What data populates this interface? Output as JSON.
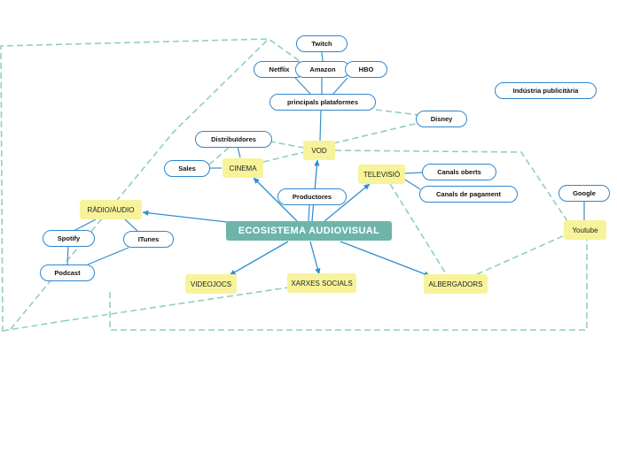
{
  "diagram": {
    "root": "ECOSISTEMA AUDIOVISUAL",
    "categories": {
      "vod": "VOD",
      "cinema": "CINEMA",
      "televisio": "TELEVISIÓ",
      "radio_audio": "RÀDIO/ÀUDIO",
      "videojocs": "VIDEOJOCS",
      "xarxes_socials": "XARXES SOCIALS",
      "albergadors": "ALBERGADORS",
      "youtube": "Youtube"
    },
    "items": {
      "twitch": "Twitch",
      "netflix": "Netflix",
      "amazon": "Amazon",
      "hbo": "HBO",
      "principals_plataformes": "principals plataformes",
      "disney": "Disney",
      "industria_publicitaria": "Indústria publicitària",
      "distribuidores": "Distribuïdores",
      "sales": "Sales",
      "productores": "Productores",
      "canals_oberts": "Canals oberts",
      "canals_de_pagament": "Canals de pagament",
      "google": "Google",
      "spotify": "Spotify",
      "itunes": "ITunes",
      "podcast": "Podcast"
    },
    "colors": {
      "root_fill": "#6db5a8",
      "category_fill": "#f7f39a",
      "node_border": "#2f86cf",
      "arrow": "#2f8fd4",
      "dashed_link": "#8fd0c0"
    }
  }
}
